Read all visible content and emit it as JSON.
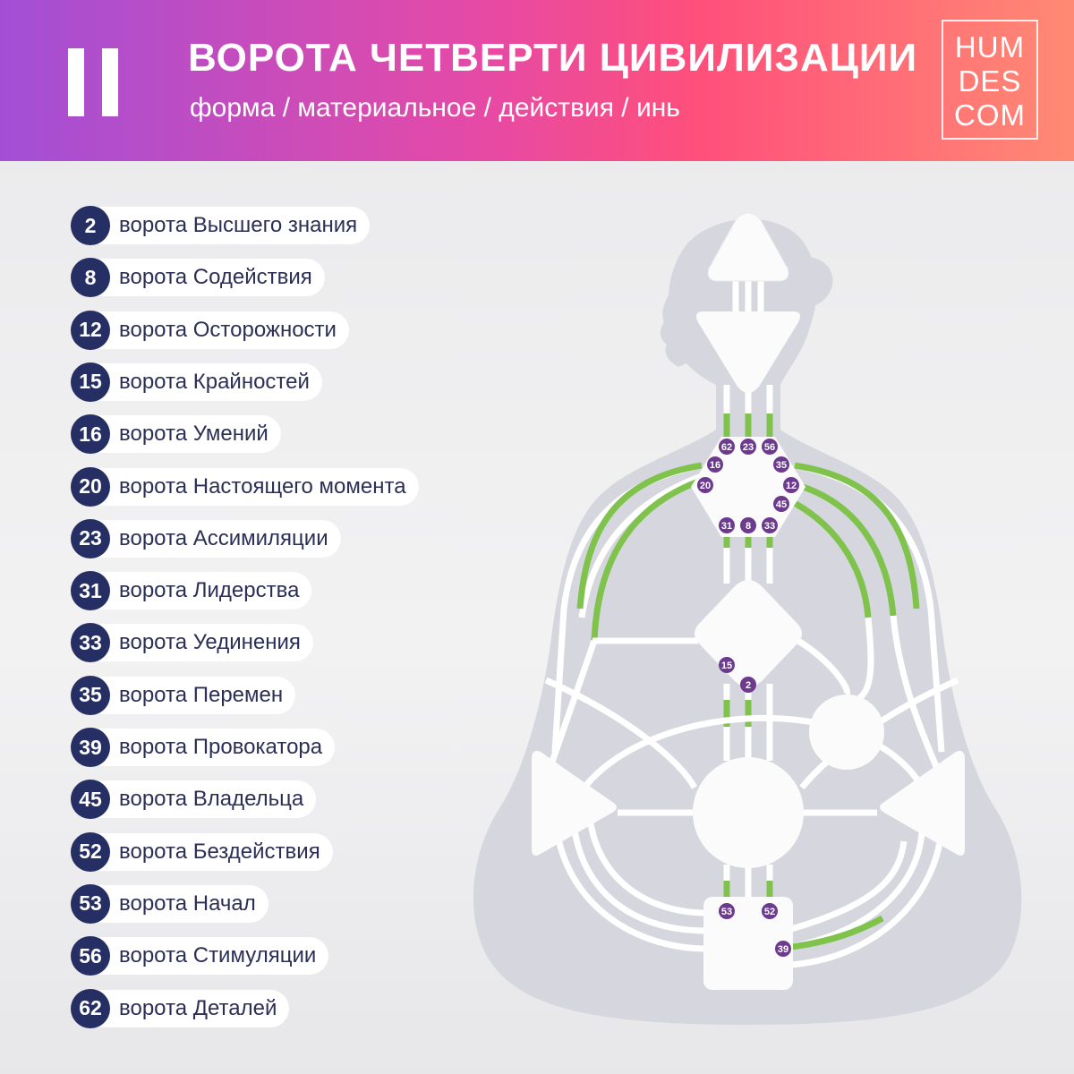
{
  "header": {
    "numeral": "II",
    "title": "ВОРОТА ЧЕТВЕРТИ ЦИВИЛИЗАЦИИ",
    "subtitle": "форма / материальное / действия / инь",
    "logo": [
      "HUM",
      "DES",
      "COM"
    ]
  },
  "gates": [
    {
      "num": "2",
      "label": "ворота Высшего знания"
    },
    {
      "num": "8",
      "label": "ворота Содействия"
    },
    {
      "num": "12",
      "label": "ворота Осторожности"
    },
    {
      "num": "15",
      "label": "ворота Крайностей"
    },
    {
      "num": "16",
      "label": "ворота Умений"
    },
    {
      "num": "20",
      "label": "ворота Настоящего момента"
    },
    {
      "num": "23",
      "label": "ворота Ассимиляции"
    },
    {
      "num": "31",
      "label": "ворота Лидерства"
    },
    {
      "num": "33",
      "label": "ворота Уединения"
    },
    {
      "num": "35",
      "label": "ворота Перемен"
    },
    {
      "num": "39",
      "label": "ворота Провокатора"
    },
    {
      "num": "45",
      "label": "ворота Владельца"
    },
    {
      "num": "52",
      "label": "ворота Бездействия"
    },
    {
      "num": "53",
      "label": "ворота Начал"
    },
    {
      "num": "56",
      "label": "ворота Стимуляции"
    },
    {
      "num": "62",
      "label": "ворота Деталей"
    }
  ],
  "bodygraph": {
    "colors": {
      "active": "#7fc34d",
      "channel": "#ffffff",
      "silhouette": "#d6d6de",
      "badge": "#6d3b8e"
    },
    "throat_gates": [
      "62",
      "23",
      "56",
      "16",
      "35",
      "20",
      "12",
      "45",
      "31",
      "8",
      "33"
    ],
    "g_center_gates": [
      "15",
      "2"
    ],
    "root_gates": [
      "53",
      "52",
      "39"
    ]
  }
}
